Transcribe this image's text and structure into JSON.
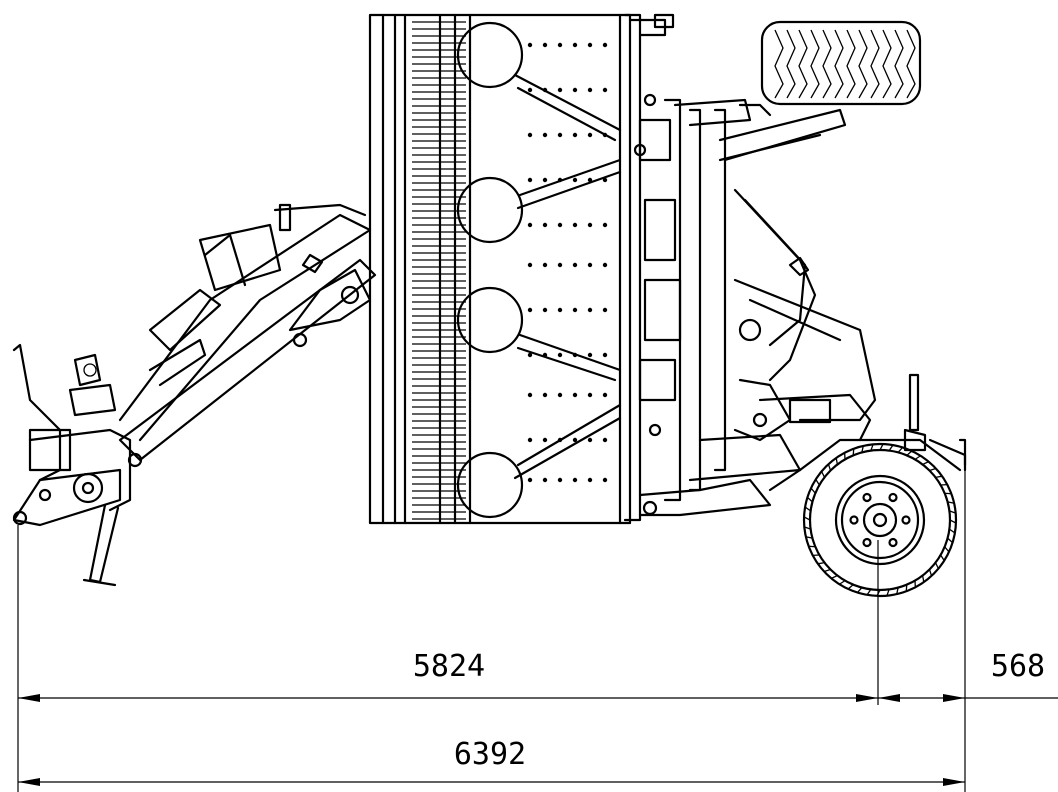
{
  "dimensions": {
    "front_to_axle": "5824",
    "axle_to_rear": "568",
    "overall_length": "6392"
  },
  "colors": {
    "line": "#000000",
    "background": "#ffffff"
  }
}
